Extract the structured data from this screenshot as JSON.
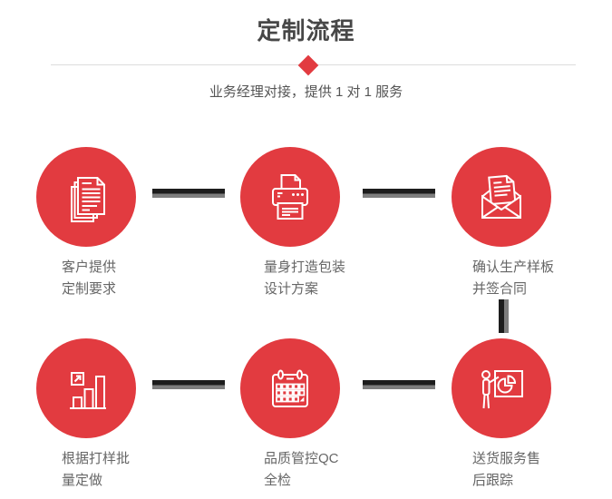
{
  "header": {
    "title": "定制流程",
    "subtitle": "业务经理对接，提供 1 对 1 服务"
  },
  "steps": [
    {
      "icon": "stacked-documents-icon",
      "label_line1": "客户提供",
      "label_line2": "定制要求"
    },
    {
      "icon": "printer-icon",
      "label_line1": "量身打造包装",
      "label_line2": "设计方案"
    },
    {
      "icon": "open-envelope-icon",
      "label_line1": "确认生产样板",
      "label_line2": "并签合同"
    },
    {
      "icon": "bar-chart-icon",
      "label_line1": "根据打样批",
      "label_line2": "量定做"
    },
    {
      "icon": "calendar-icon",
      "label_line1": "品质管控QC",
      "label_line2": "全检"
    },
    {
      "icon": "presenter-board-icon",
      "label_line1": "送货服务售",
      "label_line2": "后跟踪"
    }
  ],
  "colors": {
    "accent_red": "#e23b40",
    "title_text": "#474747",
    "body_text": "#666666",
    "connector_dark": "#1d1d1d",
    "connector_gray": "#7e7e7e",
    "divider_line": "#dcdcdc"
  }
}
